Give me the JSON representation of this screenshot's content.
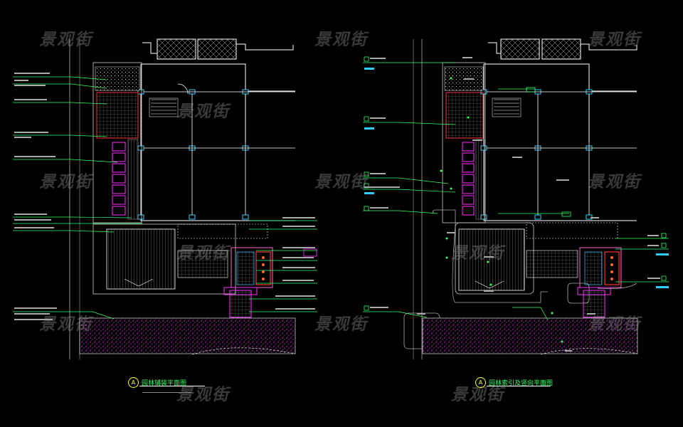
{
  "watermark": {
    "text": "景观街",
    "color": "#969696"
  },
  "drawings": [
    {
      "badge": "A",
      "title": "园林铺装平面图"
    },
    {
      "badge": "A",
      "title": "园林索引及竖向平面图"
    }
  ],
  "colors": {
    "background": "#000000",
    "wall": "#ffffff",
    "leader": "#33ff66",
    "magenta": "#ff33ff",
    "pink": "#ff66cc",
    "red": "#ff3333",
    "cyan": "#33ccff",
    "gray": "#888888",
    "yellow": "#ffff33"
  }
}
